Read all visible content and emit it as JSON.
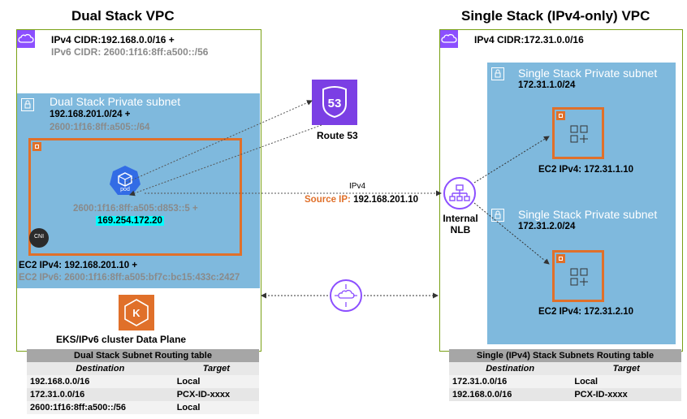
{
  "left_vpc": {
    "title": "Dual Stack VPC",
    "ipv4_cidr": "IPv4 CIDR:192.168.0.0/16 +",
    "ipv6_cidr": "IPv6 CIDR: 2600:1f16:8ff:a500::/56",
    "subnet": {
      "title": "Dual Stack Private subnet",
      "ipv4": "192.168.201.0/24 +",
      "ipv6": "2600:1f16:8ff:a505::/64"
    },
    "pod": {
      "label": "pod",
      "ipv6": "2600:1f16:8ff:a505:d853::5 +",
      "ipv4": "169.254.172.20"
    },
    "cni_label": "CNI",
    "ec2_ipv4": "EC2 IPv4: 192.168.201.10 +",
    "ec2_ipv6": "EC2 IPv6: 2600:1f16:8ff:a505:bf7c:bc15:433c:2427",
    "eks_label": "EKS/IPv6 cluster Data Plane",
    "eks_icon": "K"
  },
  "route53": {
    "label": "Route 53",
    "icon_text": "53"
  },
  "traffic": {
    "protocol": "IPv4",
    "source_key": "Source IP:",
    "source_val": "192.168.201.10"
  },
  "nlb": {
    "label_line1": "Internal",
    "label_line2": "NLB"
  },
  "right_vpc": {
    "title": "Single Stack (IPv4-only) VPC",
    "ipv4_cidr": "IPv4 CIDR:172.31.0.0/16",
    "subnets": [
      {
        "title": "Single Stack Private subnet",
        "cidr": "172.31.1.0/24",
        "ec2": "EC2 IPv4: 172.31.1.10"
      },
      {
        "title": "Single Stack Private subnet",
        "cidr": "172.31.2.0/24",
        "ec2": "EC2 IPv4: 172.31.2.10"
      }
    ]
  },
  "left_table": {
    "caption": "Dual Stack Subnet Routing table",
    "headers": [
      "Destination",
      "Target"
    ],
    "rows": [
      [
        "192.168.0.0/16",
        "Local"
      ],
      [
        "172.31.0.0/16",
        "PCX-ID-xxxx"
      ],
      [
        "2600:1f16:8ff:a500::/56",
        "Local"
      ]
    ]
  },
  "right_table": {
    "caption": "Single (IPv4) Stack Subnets Routing table",
    "headers": [
      "Destination",
      "Target"
    ],
    "rows": [
      [
        "172.31.0.0/16",
        "Local"
      ],
      [
        "192.168.0.0/16",
        "PCX-ID-xxxx"
      ]
    ]
  },
  "colors": {
    "vpc_border": "#7aa116",
    "subnet_fill": "#7fb9dd",
    "ec2_orange": "#e0702a",
    "route53_purple": "#7b3fe4",
    "nlb_purple": "#8c4fff",
    "pod_blue": "#326ce5",
    "highlight": "#00ffff"
  }
}
